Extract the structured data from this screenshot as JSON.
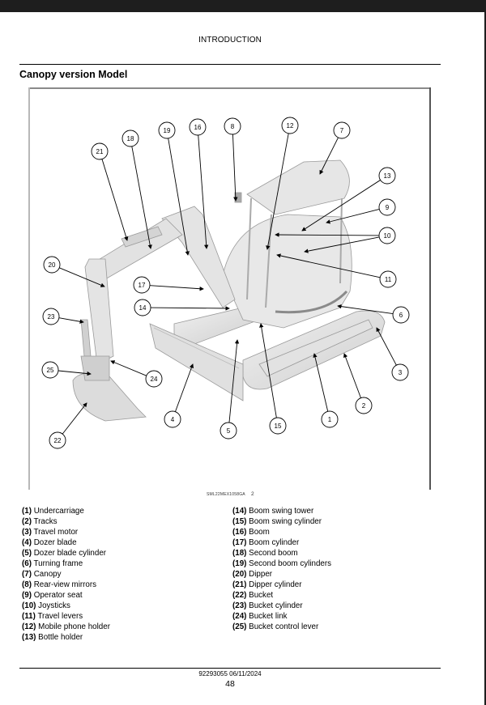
{
  "header": {
    "section": "INTRODUCTION"
  },
  "title": "Canopy version Model",
  "figure": {
    "code": "SML22MEX1058GA",
    "number": "2",
    "callouts": [
      "1",
      "2",
      "3",
      "4",
      "5",
      "6",
      "7",
      "8",
      "9",
      "10",
      "11",
      "12",
      "13",
      "14",
      "15",
      "16",
      "17",
      "18",
      "19",
      "20",
      "21",
      "22",
      "23",
      "24",
      "25"
    ]
  },
  "legend": {
    "left": [
      {
        "num": "(1)",
        "label": "Undercarriage"
      },
      {
        "num": "(2)",
        "label": "Tracks"
      },
      {
        "num": "(3)",
        "label": "Travel motor"
      },
      {
        "num": "(4)",
        "label": "Dozer blade"
      },
      {
        "num": "(5)",
        "label": "Dozer blade cylinder"
      },
      {
        "num": "(6)",
        "label": "Turning frame"
      },
      {
        "num": "(7)",
        "label": "Canopy"
      },
      {
        "num": "(8)",
        "label": "Rear-view mirrors"
      },
      {
        "num": "(9)",
        "label": "Operator seat"
      },
      {
        "num": "(10)",
        "label": "Joysticks"
      },
      {
        "num": "(11)",
        "label": "Travel levers"
      },
      {
        "num": "(12)",
        "label": "Mobile phone holder"
      },
      {
        "num": "(13)",
        "label": "Bottle holder"
      }
    ],
    "right": [
      {
        "num": "(14)",
        "label": "Boom swing tower"
      },
      {
        "num": "(15)",
        "label": "Boom swing cylinder"
      },
      {
        "num": "(16)",
        "label": "Boom"
      },
      {
        "num": "(17)",
        "label": "Boom cylinder"
      },
      {
        "num": "(18)",
        "label": "Second boom"
      },
      {
        "num": "(19)",
        "label": "Second boom cylinders"
      },
      {
        "num": "(20)",
        "label": "Dipper"
      },
      {
        "num": "(21)",
        "label": "Dipper cylinder"
      },
      {
        "num": "(22)",
        "label": "Bucket"
      },
      {
        "num": "(23)",
        "label": "Bucket cylinder"
      },
      {
        "num": "(24)",
        "label": "Bucket link"
      },
      {
        "num": "(25)",
        "label": "Bucket control lever"
      }
    ]
  },
  "footer": {
    "doc_code": "92293055 06/11/2024",
    "page_number": "48"
  }
}
